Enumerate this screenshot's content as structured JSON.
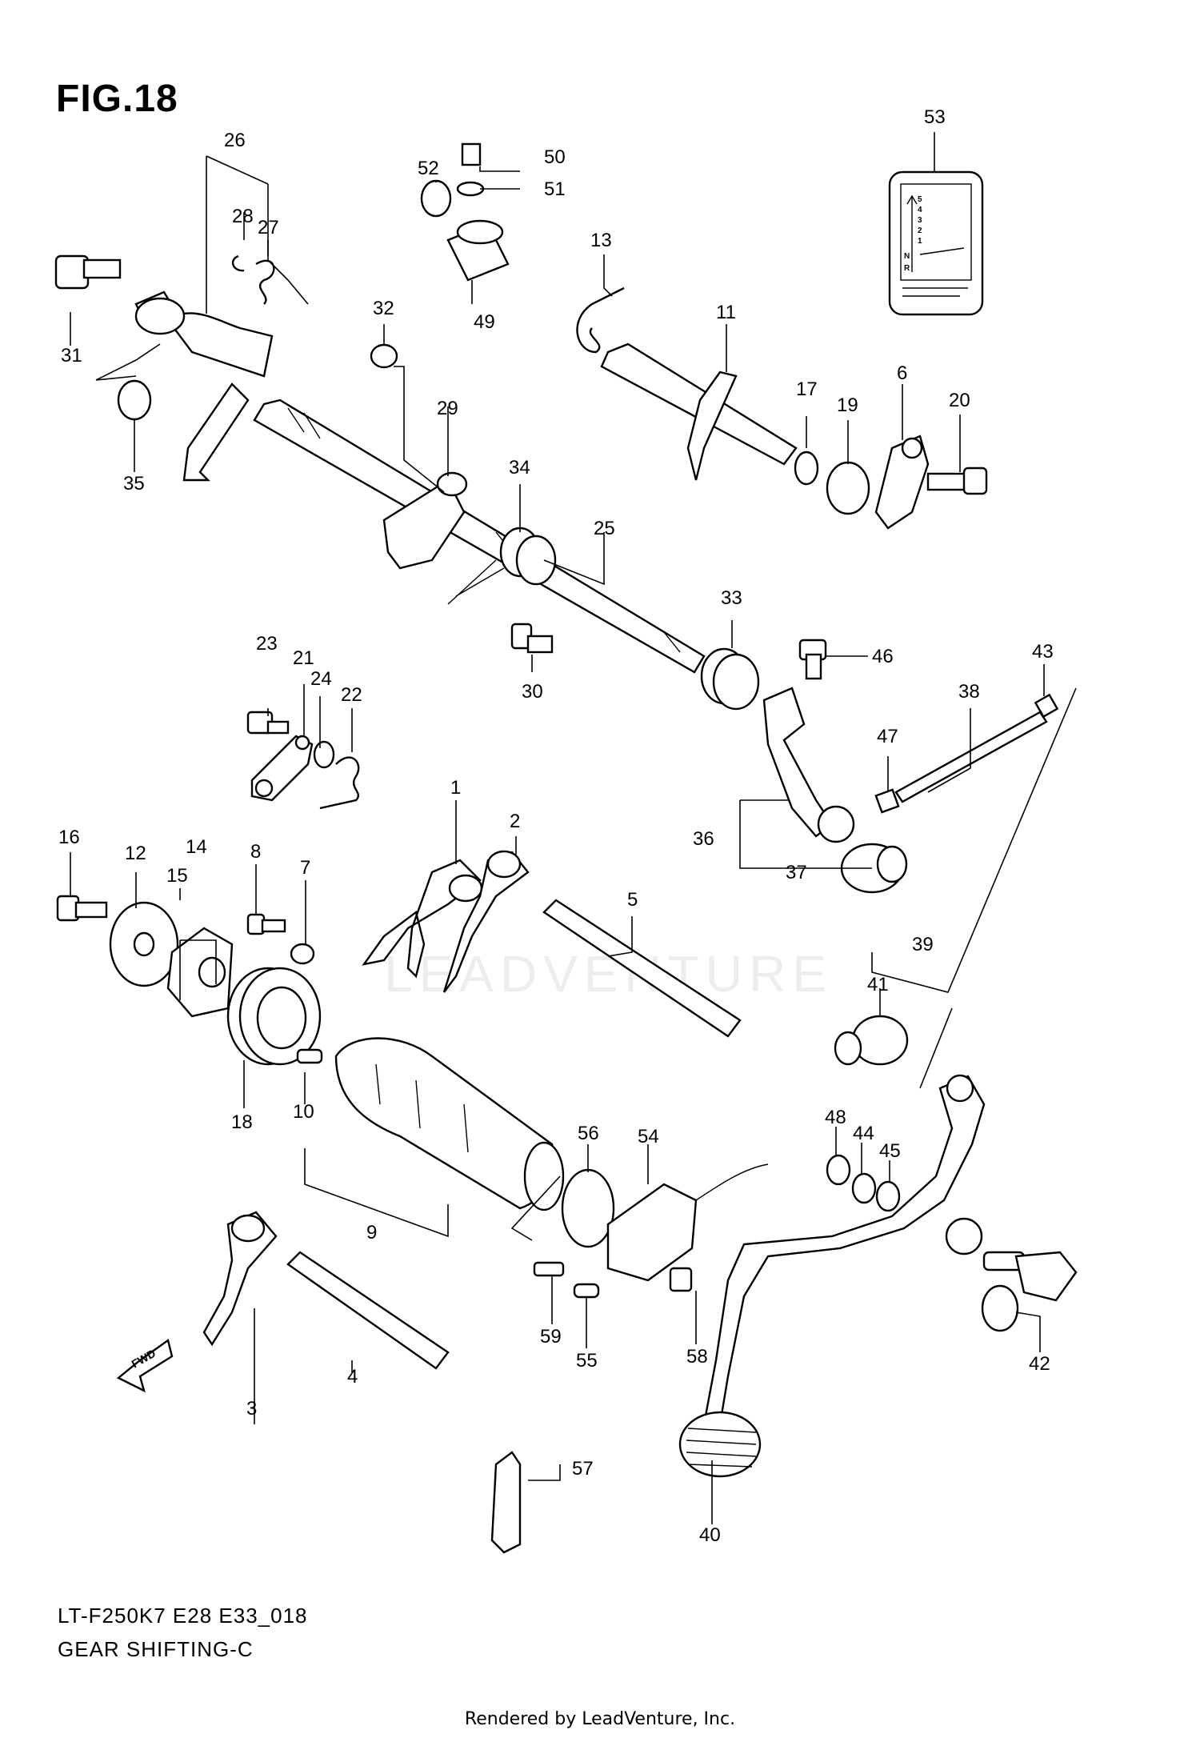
{
  "figure": {
    "title": "FIG.18",
    "model_code": "LT-F250K7 E28 E33_018",
    "section_name": "GEAR SHIFTING-C",
    "credit": "Rendered by LeadVenture, Inc.",
    "watermark": "LEADVENTURE"
  },
  "label": {
    "shift_pattern": [
      "5",
      "4",
      "3",
      "2",
      "1",
      "N",
      "R"
    ]
  },
  "icons": {
    "forward_arrow": "FWD"
  },
  "callouts": [
    "1",
    "2",
    "3",
    "4",
    "5",
    "6",
    "7",
    "8",
    "9",
    "10",
    "11",
    "12",
    "13",
    "14",
    "15",
    "16",
    "17",
    "18",
    "19",
    "20",
    "21",
    "22",
    "23",
    "24",
    "25",
    "26",
    "27",
    "28",
    "29",
    "30",
    "31",
    "32",
    "33",
    "34",
    "35",
    "36",
    "37",
    "38",
    "39",
    "40",
    "41",
    "42",
    "43",
    "44",
    "45",
    "46",
    "47",
    "48",
    "49",
    "50",
    "51",
    "52",
    "53",
    "54",
    "55",
    "56",
    "57",
    "58",
    "59"
  ]
}
